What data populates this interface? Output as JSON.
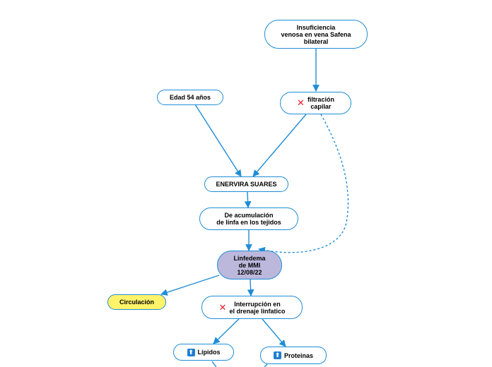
{
  "nodes": {
    "insuficiencia": {
      "text": "Insuficiencia\nvenosa en vena Safena\nbilateral"
    },
    "edad": {
      "text": "Edad 54 años"
    },
    "filtracion": {
      "text": "filtración\ncapilar",
      "icon": "x-mark-icon"
    },
    "paciente": {
      "text": "ENERVIRA SUARES"
    },
    "acumulacion": {
      "text": "De acumulación\nde linfa en los tejidos"
    },
    "linfedema": {
      "text": "Linfedema\nde MMI\n12/08/22"
    },
    "circulacion": {
      "text": "Circulación"
    },
    "interrupcion": {
      "text": "Interrupción en\nel drenaje linfatico",
      "icon": "x-mark-icon"
    },
    "lipidos": {
      "text": "Lípidos",
      "icon": "up-arrow-icon"
    },
    "proteinas": {
      "text": "Proteinas",
      "icon": "up-arrow-icon"
    }
  },
  "colors": {
    "connector": "#1f8dd6",
    "central_fill": "#bcb8dc",
    "highlight_fill": "#fff36a",
    "x_mark": "#e0202a",
    "up_arrow": "#1f7fd0"
  }
}
